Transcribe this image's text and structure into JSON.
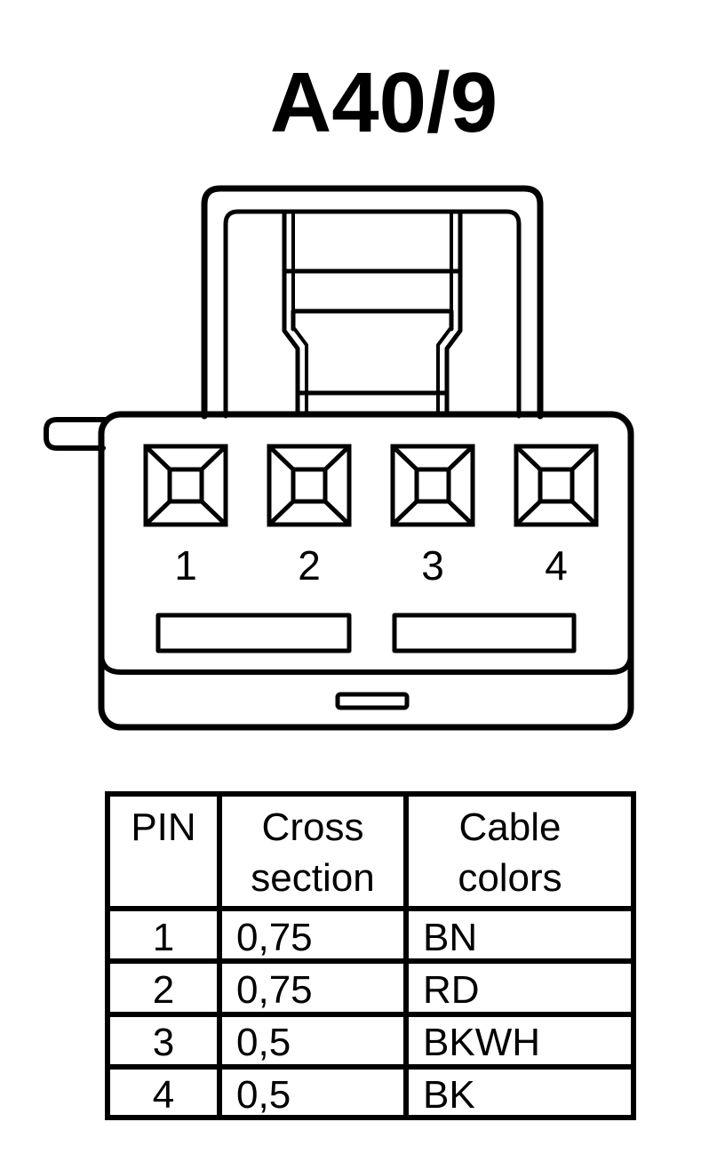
{
  "title": "A40/9",
  "connector": {
    "pins": [
      {
        "label": "1"
      },
      {
        "label": "2"
      },
      {
        "label": "3"
      },
      {
        "label": "4"
      }
    ]
  },
  "table": {
    "headers": [
      {
        "line1": "PIN",
        "line2": ""
      },
      {
        "line1": "Cross",
        "line2": "section"
      },
      {
        "line1": "Cable",
        "line2": "colors"
      }
    ],
    "rows": [
      {
        "pin": "1",
        "cross_section": "0,75",
        "color": "BN"
      },
      {
        "pin": "2",
        "cross_section": "0,75",
        "color": "RD"
      },
      {
        "pin": "3",
        "cross_section": "0,5",
        "color": "BKWH"
      },
      {
        "pin": "4",
        "cross_section": "0,5",
        "color": "BK"
      }
    ]
  }
}
